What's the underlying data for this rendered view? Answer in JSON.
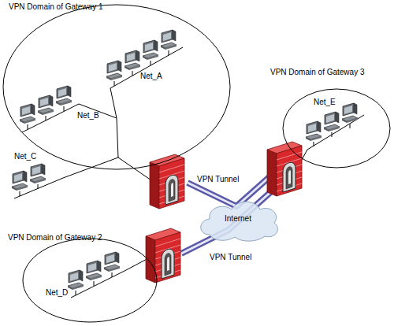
{
  "diagram": {
    "nodes": [
      {
        "text": [
          "VPN Domain of Gateway 1"
        ]
      },
      {
        "text": [
          "VPN Domain of Gateway 3"
        ]
      },
      {
        "text": [
          "Internet"
        ]
      },
      {
        "text": [
          "VPN Domain of Gateway 2"
        ]
      }
    ],
    "labels": [
      "Net_A",
      "Net_B",
      "Net_C",
      "Net_E",
      "VPN Tunnel",
      "VPN Tunnel",
      "Net_D"
    ]
  }
}
